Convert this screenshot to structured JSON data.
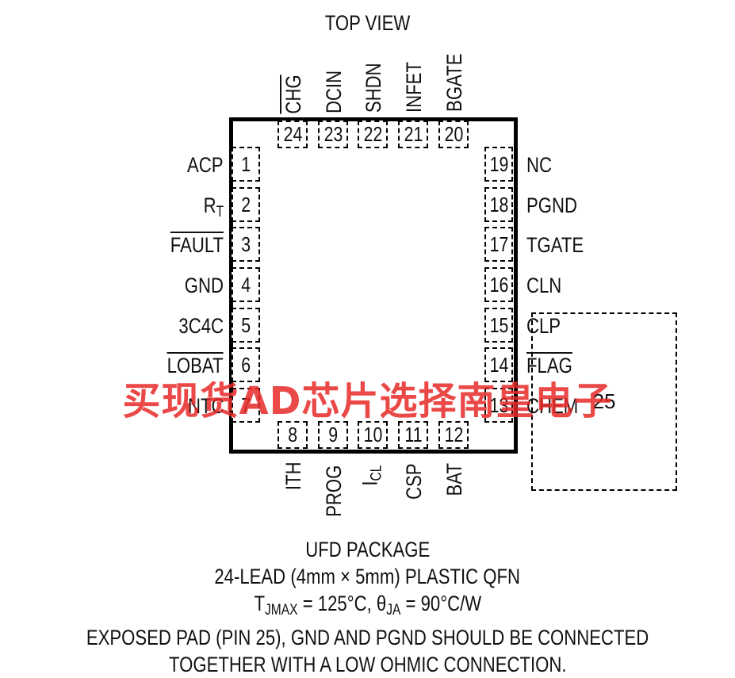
{
  "title": "TOP VIEW",
  "exposed_pad": "25",
  "pins": {
    "top": [
      {
        "num": "24",
        "name": "CHG",
        "overline": true
      },
      {
        "num": "23",
        "name": "DCIN"
      },
      {
        "num": "22",
        "name": "SHDN"
      },
      {
        "num": "21",
        "name": "INFET"
      },
      {
        "num": "20",
        "name": "BGATE"
      }
    ],
    "left": [
      {
        "num": "1",
        "name": "ACP"
      },
      {
        "num": "2",
        "name": "R",
        "sub": "T"
      },
      {
        "num": "3",
        "name": "FAULT",
        "overline": true
      },
      {
        "num": "4",
        "name": "GND"
      },
      {
        "num": "5",
        "name": "3C4C"
      },
      {
        "num": "6",
        "name": "LOBAT",
        "overline": true
      },
      {
        "num": "7",
        "name": "NTC"
      }
    ],
    "right": [
      {
        "num": "19",
        "name": "NC"
      },
      {
        "num": "18",
        "name": "PGND"
      },
      {
        "num": "17",
        "name": "TGATE"
      },
      {
        "num": "16",
        "name": "CLN"
      },
      {
        "num": "15",
        "name": "CLP"
      },
      {
        "num": "14",
        "name": "FLAG",
        "overline": true
      },
      {
        "num": "13",
        "name": "CHEM"
      }
    ],
    "bottom": [
      {
        "num": "8",
        "name": "ITH"
      },
      {
        "num": "9",
        "name": "PROG"
      },
      {
        "num": "10",
        "name": "I",
        "sub": "CL"
      },
      {
        "num": "11",
        "name": "CSP"
      },
      {
        "num": "12",
        "name": "BAT"
      }
    ]
  },
  "notes": {
    "line1": "UFD PACKAGE",
    "line2": "24-LEAD (4mm × 5mm) PLASTIC QFN",
    "line3_t": "T",
    "line3_tsub": "JMAX",
    "line3_mid": " = 125°C, θ",
    "line3_thsub": "JA",
    "line3_end": " = 90°C/W",
    "line4": "EXPOSED PAD (PIN 25), GND AND PGND SHOULD BE CONNECTED",
    "line5": "TOGETHER WITH A LOW OHMIC CONNECTION."
  },
  "watermark": "买现货AD芯片选择南皇电子"
}
